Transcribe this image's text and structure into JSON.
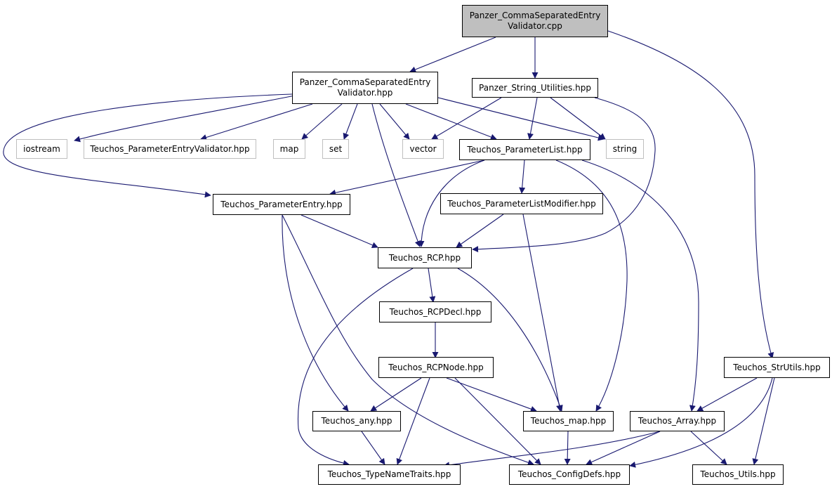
{
  "colors": {
    "edge": "#191970",
    "root_fill": "#bfbfbf",
    "external_border": "#bfbfbf",
    "node_border": "#000000"
  },
  "nodes": {
    "root": {
      "line1": "Panzer_CommaSeparatedEntry",
      "line2": "Validator.cpp"
    },
    "validator_hpp": {
      "line1": "Panzer_CommaSeparatedEntry",
      "line2": "Validator.hpp"
    },
    "string_utilities": {
      "label": "Panzer_String_Utilities.hpp"
    },
    "iostream": {
      "label": "iostream"
    },
    "param_entry_validator": {
      "label": "Teuchos_ParameterEntryValidator.hpp"
    },
    "map": {
      "label": "map"
    },
    "set": {
      "label": "set"
    },
    "vector": {
      "label": "vector"
    },
    "parameter_list": {
      "label": "Teuchos_ParameterList.hpp"
    },
    "string": {
      "label": "string"
    },
    "parameter_entry": {
      "label": "Teuchos_ParameterEntry.hpp"
    },
    "parameter_list_modifier": {
      "label": "Teuchos_ParameterListModifier.hpp"
    },
    "rcp": {
      "label": "Teuchos_RCP.hpp"
    },
    "rcp_decl": {
      "label": "Teuchos_RCPDecl.hpp"
    },
    "rcp_node": {
      "label": "Teuchos_RCPNode.hpp"
    },
    "str_utils": {
      "label": "Teuchos_StrUtils.hpp"
    },
    "any": {
      "label": "Teuchos_any.hpp"
    },
    "teuchos_map": {
      "label": "Teuchos_map.hpp"
    },
    "array": {
      "label": "Teuchos_Array.hpp"
    },
    "type_name_traits": {
      "label": "Teuchos_TypeNameTraits.hpp"
    },
    "config_defs": {
      "label": "Teuchos_ConfigDefs.hpp"
    },
    "utils": {
      "label": "Teuchos_Utils.hpp"
    }
  }
}
